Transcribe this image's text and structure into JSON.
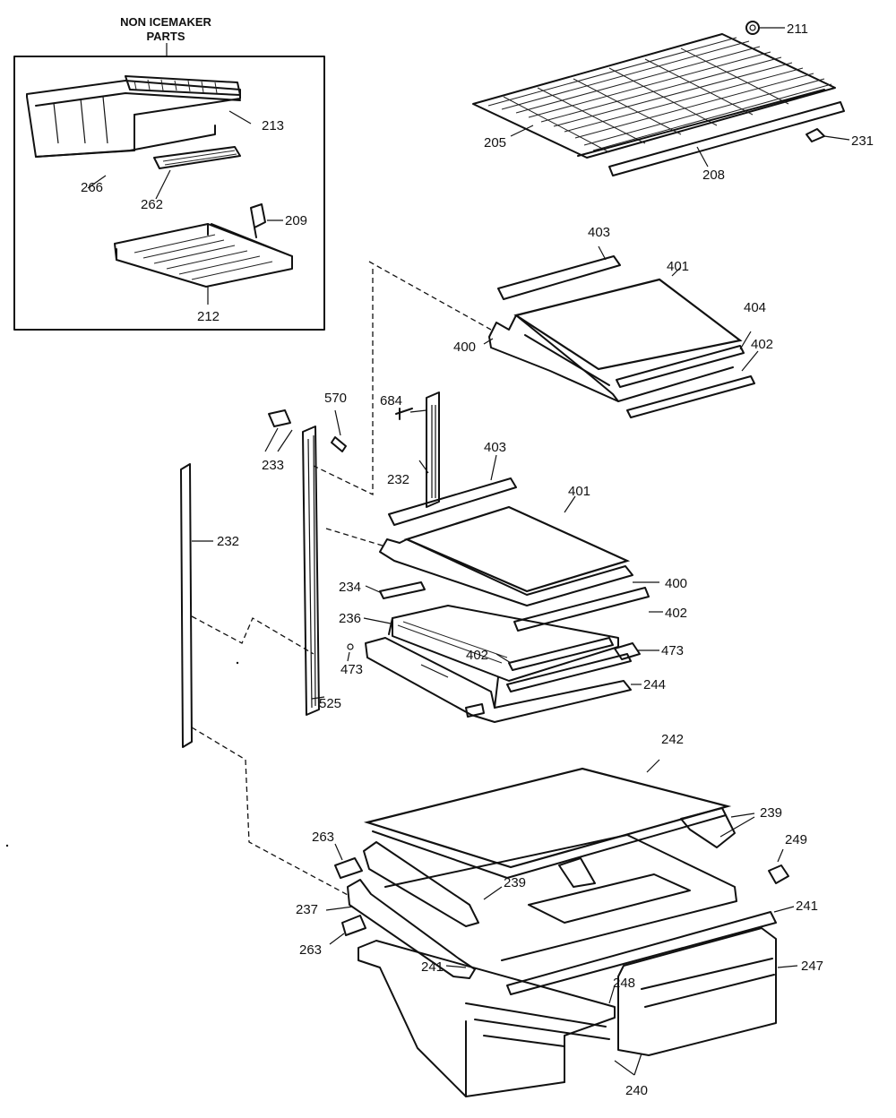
{
  "inset": {
    "title_line1": "NON ICEMAKER",
    "title_line2": "PARTS"
  },
  "labels": {
    "p211": "211",
    "p205": "205",
    "p208": "208",
    "p231": "231",
    "p213": "213",
    "p266": "266",
    "p262": "262",
    "p209": "209",
    "p212": "212",
    "p403a": "403",
    "p401a": "401",
    "p404": "404",
    "p400a": "400",
    "p402a": "402",
    "p684": "684",
    "p570": "570",
    "p233": "233",
    "p232a": "232",
    "p403b": "403",
    "p401b": "401",
    "p232b": "232",
    "p234": "234",
    "p400b": "400",
    "p236": "236",
    "p402b": "402",
    "p402c": "402",
    "p473a": "473",
    "p473b": "473",
    "p244": "244",
    "p525": "525",
    "p242": "242",
    "p239a": "239",
    "p263a": "263",
    "p249": "249",
    "p239b": "239",
    "p237": "237",
    "p241a": "241",
    "p263b": "263",
    "p241b": "241",
    "p247": "247",
    "p248": "248",
    "p240": "240"
  }
}
